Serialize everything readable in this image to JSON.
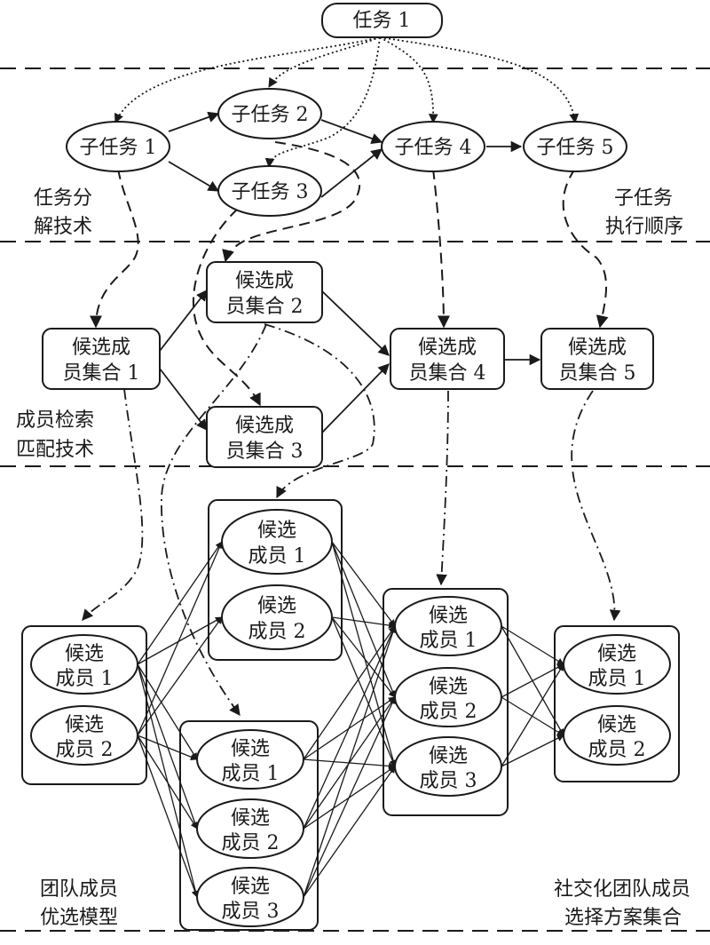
{
  "top_task": "任务 1",
  "subtasks": {
    "s1": "子任务 1",
    "s2": "子任务 2",
    "s3": "子任务 3",
    "s4": "子任务 4",
    "s5": "子任务 5"
  },
  "candidate_sets": {
    "c1": [
      "候选成",
      "员集合 1"
    ],
    "c2": [
      "候选成",
      "员集合 2"
    ],
    "c3": [
      "候选成",
      "员集合 3"
    ],
    "c4": [
      "候选成",
      "员集合 4"
    ],
    "c5": [
      "候选成",
      "员集合 5"
    ]
  },
  "member_label": "候选",
  "member_suffix": {
    "m1": "成员 1",
    "m2": "成员 2",
    "m3": "成员 3"
  },
  "side_labels": {
    "decomposition": [
      "任务分",
      "解技术"
    ],
    "order": [
      "子任务",
      "执行顺序"
    ],
    "matching": [
      "成员检索",
      "匹配技术"
    ],
    "optimization": [
      "团队成员",
      "优选模型"
    ],
    "solutions": [
      "社交化团队成员",
      "选择方案集合"
    ]
  }
}
